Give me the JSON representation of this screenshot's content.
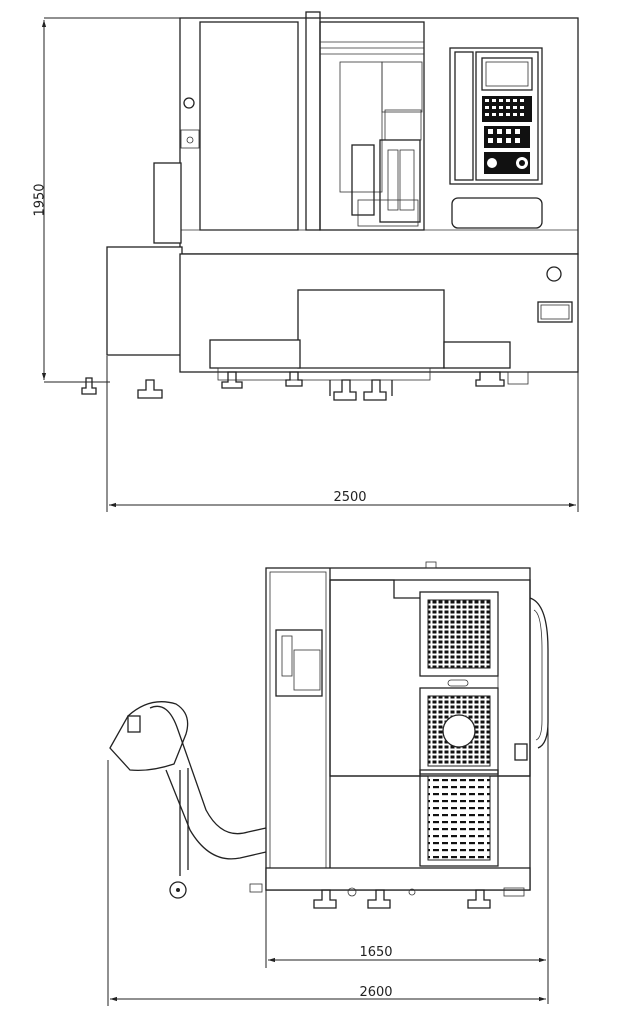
{
  "front_view": {
    "height_dim": "1950",
    "width_dim": "2500"
  },
  "side_view": {
    "depth_dim": "1650",
    "overall_dim": "2600"
  },
  "colors": {
    "line": "#222222",
    "background": "#ffffff"
  }
}
